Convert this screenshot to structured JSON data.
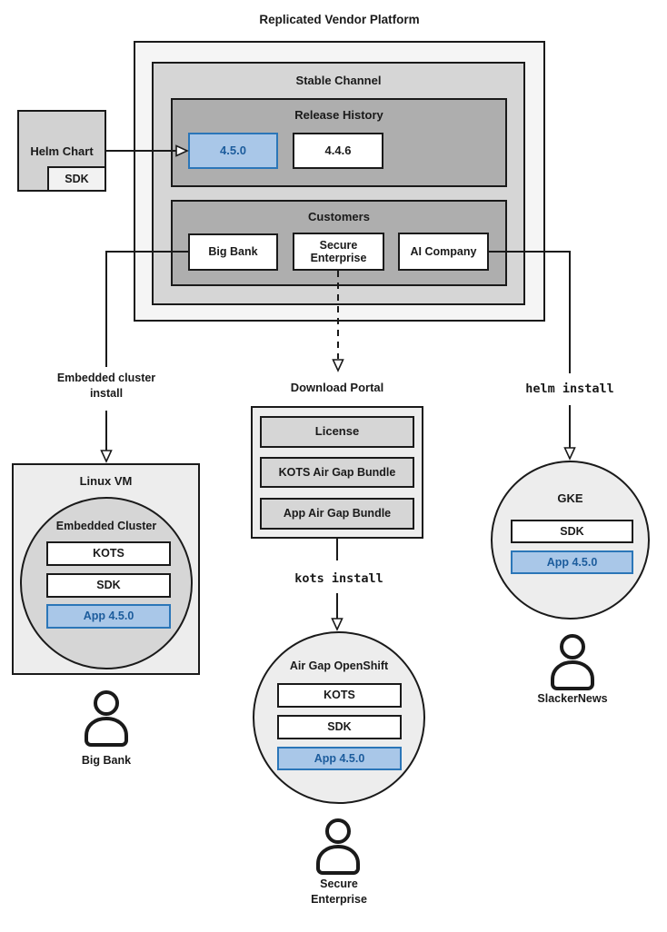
{
  "title": "Replicated Vendor Platform",
  "platform": {
    "stable_channel_label": "Stable Channel",
    "release_history_label": "Release History",
    "releases": [
      {
        "version": "4.5.0",
        "highlighted": true
      },
      {
        "version": "4.4.6",
        "highlighted": false
      }
    ],
    "customers_label": "Customers",
    "customers": [
      "Big Bank",
      "Secure Enterprise",
      "AI Company"
    ]
  },
  "helm_chart": {
    "label": "Helm Chart",
    "sdk_label": "SDK"
  },
  "flows": {
    "left": {
      "install_label": "Embedded cluster\ninstall",
      "host_label": "Linux VM",
      "cluster_label": "Embedded Cluster",
      "kots_label": "KOTS",
      "sdk_label": "SDK",
      "app_label": "App 4.5.0",
      "user_label": "Big Bank"
    },
    "middle": {
      "portal_label": "Download Portal",
      "portal_items": [
        "License",
        "KOTS Air Gap Bundle",
        "App Air Gap Bundle"
      ],
      "command_label": "kots install",
      "cluster_label": "Air Gap OpenShift",
      "kots_label": "KOTS",
      "sdk_label": "SDK",
      "app_label": "App 4.5.0",
      "user_label": "Secure\nEnterprise"
    },
    "right": {
      "command_label": "helm install",
      "cluster_label": "GKE",
      "sdk_label": "SDK",
      "app_label": "App 4.5.0",
      "user_label": "SlackerNews"
    }
  },
  "colors": {
    "highlight_fill": "#a9c7e8",
    "highlight_border": "#2b76b8",
    "highlight_text": "#1c5c9c"
  }
}
